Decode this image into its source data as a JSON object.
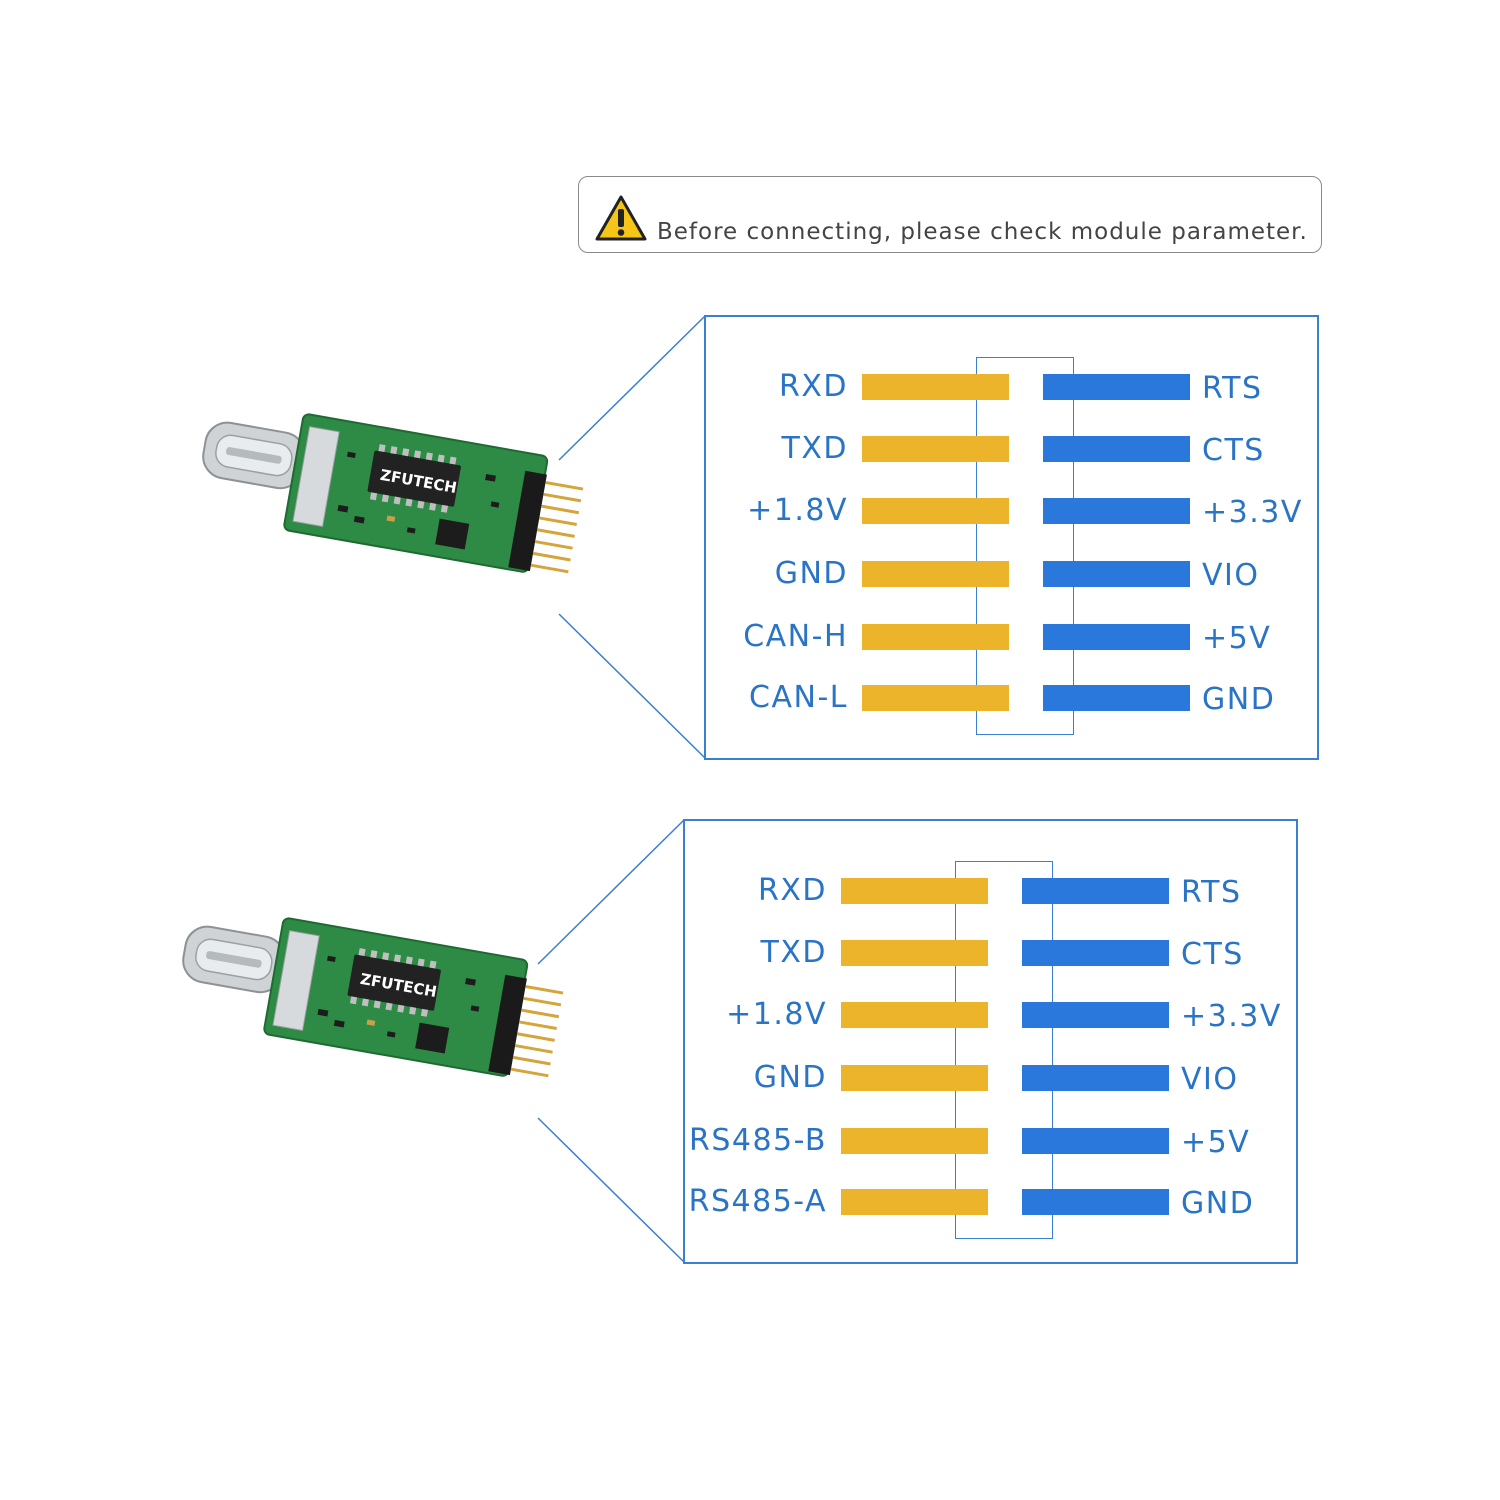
{
  "notice": {
    "icon": "warning-icon",
    "text": "Before connecting, please check module parameter."
  },
  "colors": {
    "left_pin_bar": "#ecb42a",
    "right_pin_bar": "#2a78dc",
    "label": "#2a74c6",
    "pcb": "#2e8b45",
    "gold_pins": "#d4a53a"
  },
  "modules": [
    {
      "brand": "ZFUTECH",
      "pins_left": [
        "RXD",
        "TXD",
        "+1.8V",
        "GND",
        "CAN-H",
        "CAN-L"
      ],
      "pins_right": [
        "RTS",
        "CTS",
        "+3.3V",
        "VIO",
        "+5V",
        "GND"
      ]
    },
    {
      "brand": "ZFUTECH",
      "pins_left": [
        "RXD",
        "TXD",
        "+1.8V",
        "GND",
        "RS485-B",
        "RS485-A"
      ],
      "pins_right": [
        "RTS",
        "CTS",
        "+3.3V",
        "VIO",
        "+5V",
        "GND"
      ]
    }
  ]
}
